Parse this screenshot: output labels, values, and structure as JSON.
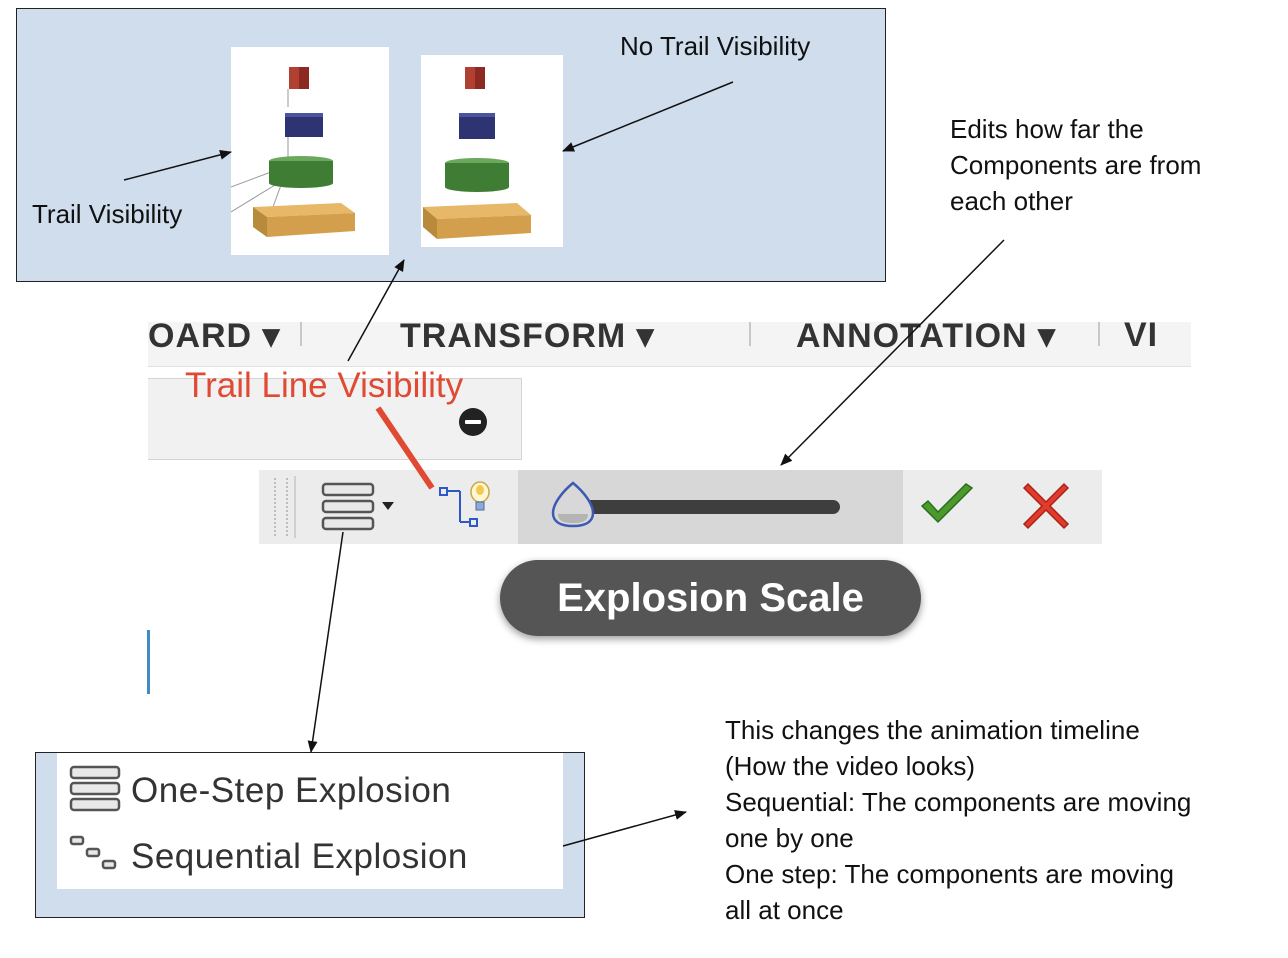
{
  "preview": {
    "trail_label": "Trail Visibility",
    "no_trail_label": "No Trail Visibility"
  },
  "notes": {
    "explosion_scale_note": [
      "Edits how far the",
      "Components are from",
      "each other"
    ],
    "timeline_note": [
      "This changes the animation timeline",
      "(How the video looks)",
      "Sequential: The components are moving",
      "one by one",
      "One step: The components are moving",
      "all at once"
    ]
  },
  "menu_bar": {
    "items": [
      "OARD ▾",
      "TRANSFORM ▾",
      "ANNOTATION ▾",
      "VI"
    ]
  },
  "toolbar": {
    "trail_line_label": "Trail Line Visibility",
    "tooltip": "Explosion Scale",
    "explosion_scale_value": 0
  },
  "explosion_menu": {
    "options": [
      {
        "label": "One-Step Explosion",
        "icon": "one-step-explosion-icon"
      },
      {
        "label": "Sequential Explosion",
        "icon": "sequential-explosion-icon"
      }
    ]
  },
  "colors": {
    "callout_bg": "#cfdded",
    "accent_red": "#e04a32",
    "confirm_green": "#4a9a2e",
    "cancel_red": "#e23b2c"
  }
}
